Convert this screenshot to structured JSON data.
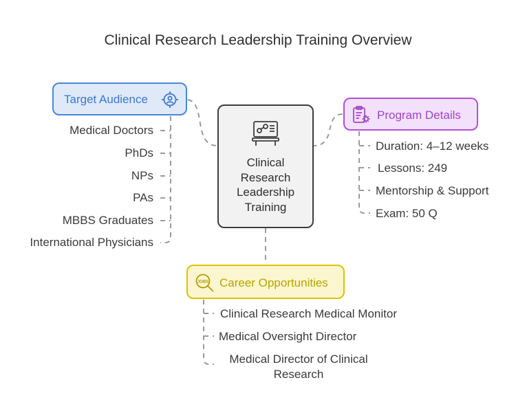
{
  "title": "Clinical Research Leadership Training Overview",
  "center": {
    "label_lines": [
      "Clinical",
      "Research",
      "Leadership",
      "Training"
    ],
    "icon": "presentation-board-icon"
  },
  "target_audience": {
    "label": "Target Audience",
    "icon": "target-person-icon",
    "color": "#4a86d9",
    "items": [
      "Medical Doctors",
      "PhDs",
      "NPs",
      "PAs",
      "MBBS Graduates",
      "International Physicians"
    ]
  },
  "program_details": {
    "label": "Program Details",
    "icon": "clipboard-gear-icon",
    "color": "#b04fd6",
    "items": [
      "Duration: 4–12 weeks",
      "Lessons: 249",
      "Mentorship & Support",
      "Exam: 50 Q"
    ]
  },
  "career_opportunities": {
    "label": "Career Opportunities",
    "icon": "jobs-search-icon",
    "color": "#c9b400",
    "items": [
      "Clinical Research Medical Monitor",
      "Medical Oversight Director",
      "Medical Director of Clinical Research"
    ]
  }
}
